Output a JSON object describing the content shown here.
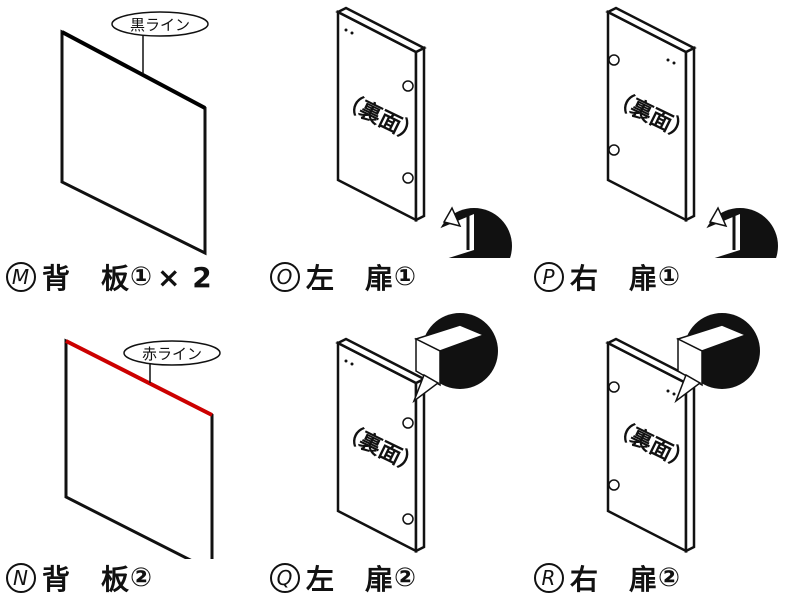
{
  "parts": [
    {
      "id": "m",
      "type": "back",
      "letter": "M",
      "name_a": "背",
      "name_b": "板",
      "mark": "①",
      "qty": "× 2",
      "line_label": "黒ライン",
      "line_color": "#000000"
    },
    {
      "id": "o",
      "type": "door-left",
      "letter": "O",
      "name_a": "左",
      "name_b": "扉",
      "mark": "①",
      "back_label": "（裏面）",
      "detail": "groove"
    },
    {
      "id": "p",
      "type": "door-right",
      "letter": "P",
      "name_a": "右",
      "name_b": "扉",
      "mark": "①",
      "back_label": "（裏面）",
      "detail": "groove"
    },
    {
      "id": "n",
      "type": "back",
      "letter": "N",
      "name_a": "背",
      "name_b": "板",
      "mark": "②",
      "line_label": "赤ライン",
      "line_color": "#cc0000"
    },
    {
      "id": "q",
      "type": "door-left",
      "letter": "Q",
      "name_a": "左",
      "name_b": "扉",
      "mark": "②",
      "back_label": "（裏面）",
      "detail": "step"
    },
    {
      "id": "r",
      "type": "door-right",
      "letter": "R",
      "name_a": "右",
      "name_b": "扉",
      "mark": "②",
      "back_label": "（裏面）",
      "detail": "step"
    }
  ],
  "colors": {
    "ink": "#111111",
    "background": "#ffffff",
    "detail_fill": "#111111"
  }
}
